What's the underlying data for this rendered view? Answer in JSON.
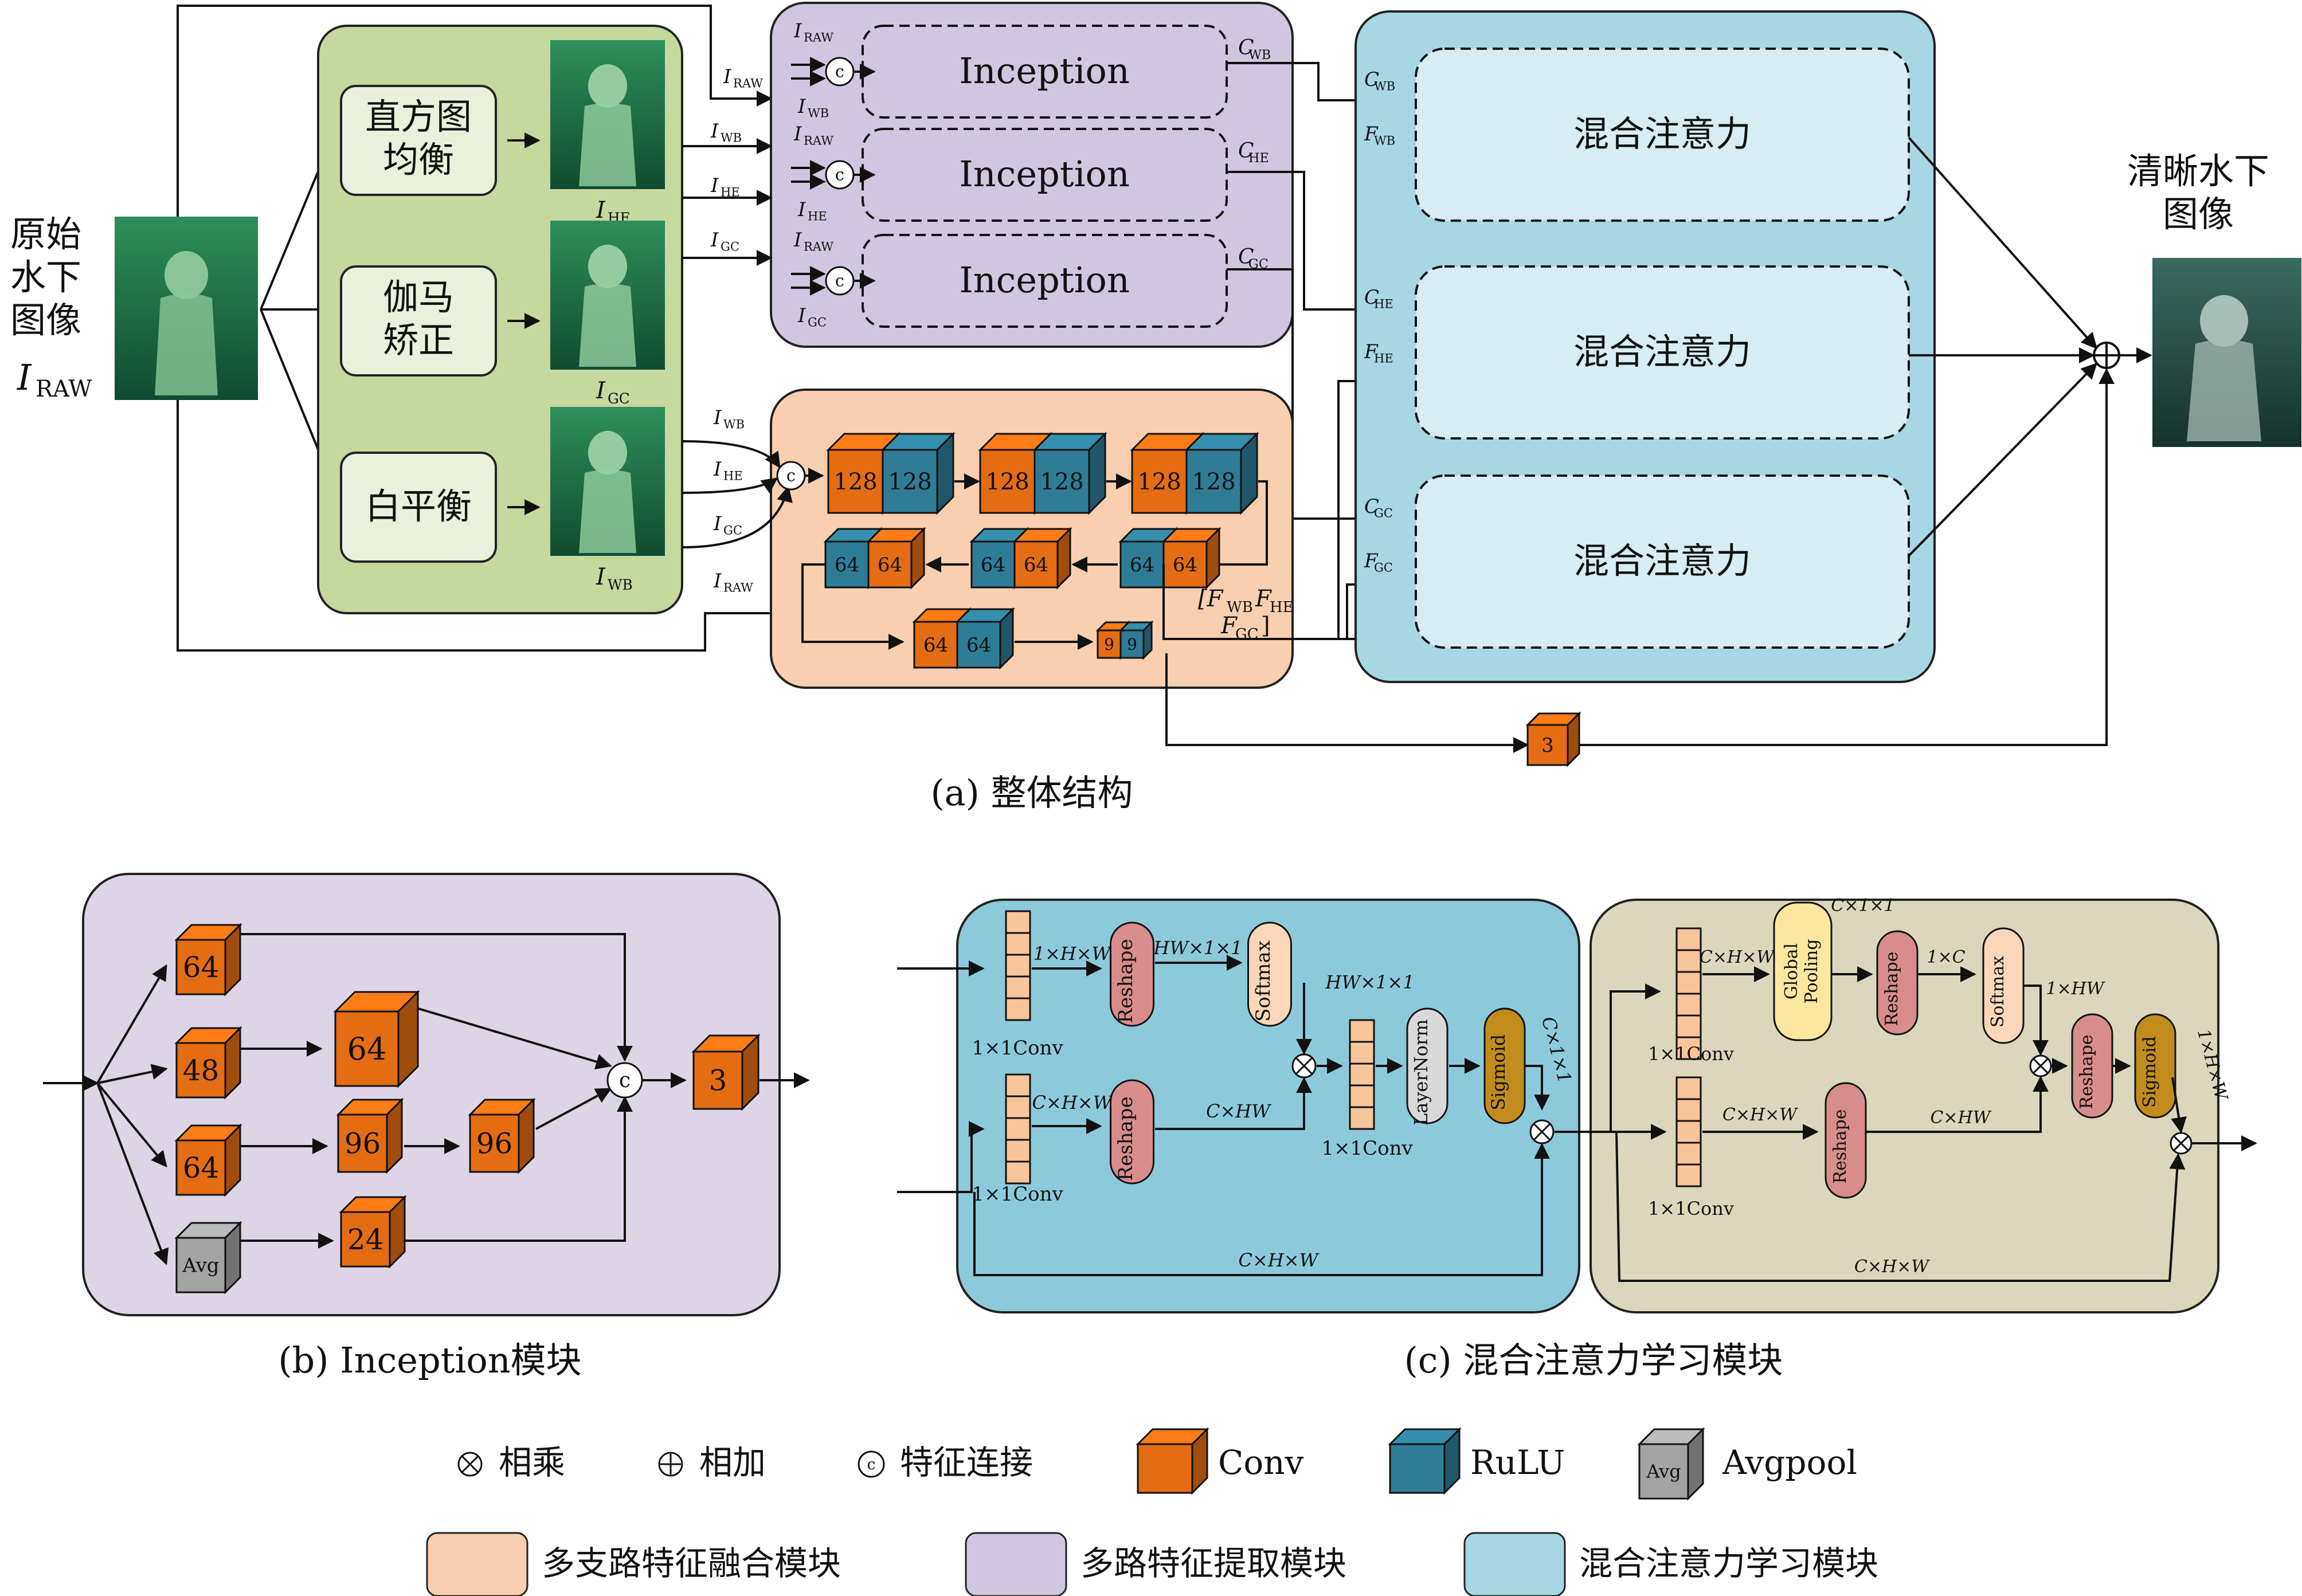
{
  "colors": {
    "enhance_bg": "#c5d89e",
    "enhance_box": "#e9f1dd",
    "extract_bg": "#d1c6df",
    "fusion_bg": "#f9cfb0",
    "attn_bg": "#a7d7e3",
    "attn_inner": "#d7edf3",
    "conv": "#e46c13",
    "relu": "#2f7c97",
    "avg": "#a3a3a3",
    "inception_bg": "#ddd5e5",
    "hybrid_blue": "#8ccadb",
    "hybrid_tan": "#dcd6bc",
    "reshape": "#d88c8c",
    "softmax": "#fcd6b8",
    "sigmoid": "#c18c1c",
    "layernorm": "#d9d9d9",
    "global_pool": "#fbe79d",
    "conv_strip": "#f8c49a"
  },
  "a": {
    "input_label": [
      "原始",
      "水下",
      "图像"
    ],
    "input_sym": "I",
    "input_sub": "RAW",
    "enhance": [
      {
        "label1": "直方图",
        "label2": "均衡",
        "img_sym": "I",
        "img_sub": "HE"
      },
      {
        "label1": "伽马",
        "label2": "矫正",
        "img_sym": "I",
        "img_sub": "GC"
      },
      {
        "label1": "白平衡",
        "label2": "",
        "img_sym": "I",
        "img_sub": "WB"
      }
    ],
    "inception_label": "Inception",
    "concat_glyph": "c",
    "extract_rows": [
      {
        "in1": "RAW",
        "in2": "WB",
        "out": "WB",
        "branch": "WB"
      },
      {
        "in1": "RAW",
        "in2": "HE",
        "out": "HE",
        "branch": "HE"
      },
      {
        "in1": "RAW",
        "in2": "GC",
        "out": "GC",
        "branch": "GC"
      }
    ],
    "fusion_inputs": [
      "WB",
      "HE",
      "GC",
      "RAW"
    ],
    "fusion_blocks": {
      "row1": [
        "128",
        "128"
      ],
      "row2": [
        "64",
        "64"
      ],
      "small": [
        "9",
        "9"
      ],
      "out": "3"
    },
    "fusion_out_1": "[F",
    "fusion_out_2": "F",
    "fusion_out_3": "F",
    "fusion_out_end": "]",
    "attn_label": "混合注意力",
    "attn_inputs": [
      [
        "WB",
        "WB"
      ],
      [
        "HE",
        "HE"
      ],
      [
        "GC",
        "GC"
      ]
    ],
    "output_label": [
      "清晰水下",
      "图像"
    ],
    "caption": "(a) 整体结构"
  },
  "b": {
    "input_blocks": [
      "64",
      "48",
      "64",
      "Avg"
    ],
    "mid_blocks": [
      "64",
      "96",
      "24"
    ],
    "third_block": "96",
    "out_block": "3",
    "caption": "(b) Inception模块"
  },
  "c": {
    "conv_label": "1×1Conv",
    "reshape": "Reshape",
    "softmax": "Softmax",
    "layernorm": "LayerNorm",
    "sigmoid": "Sigmoid",
    "global_pool_1": "Global",
    "global_pool_2": "Pooling",
    "dim_1hw": "1×H×W",
    "dim_hw11": "HW×1×1",
    "dim_chw": "C×H×W",
    "dim_chw_lower": "C×HW",
    "dim_c11": "C×1×1",
    "dim_1c": "1×C",
    "dim_1hw2": "1×HW",
    "caption": "(c) 混合注意力学习模块"
  },
  "legend": {
    "multiply": "相乘",
    "add": "相加",
    "concat": "特征连接",
    "conv": "Conv",
    "relu": "RuLU",
    "avgpool": "Avgpool",
    "fusion": "多支路特征融合模块",
    "extract": "多路特征提取模块",
    "attn": "混合注意力学习模块"
  }
}
